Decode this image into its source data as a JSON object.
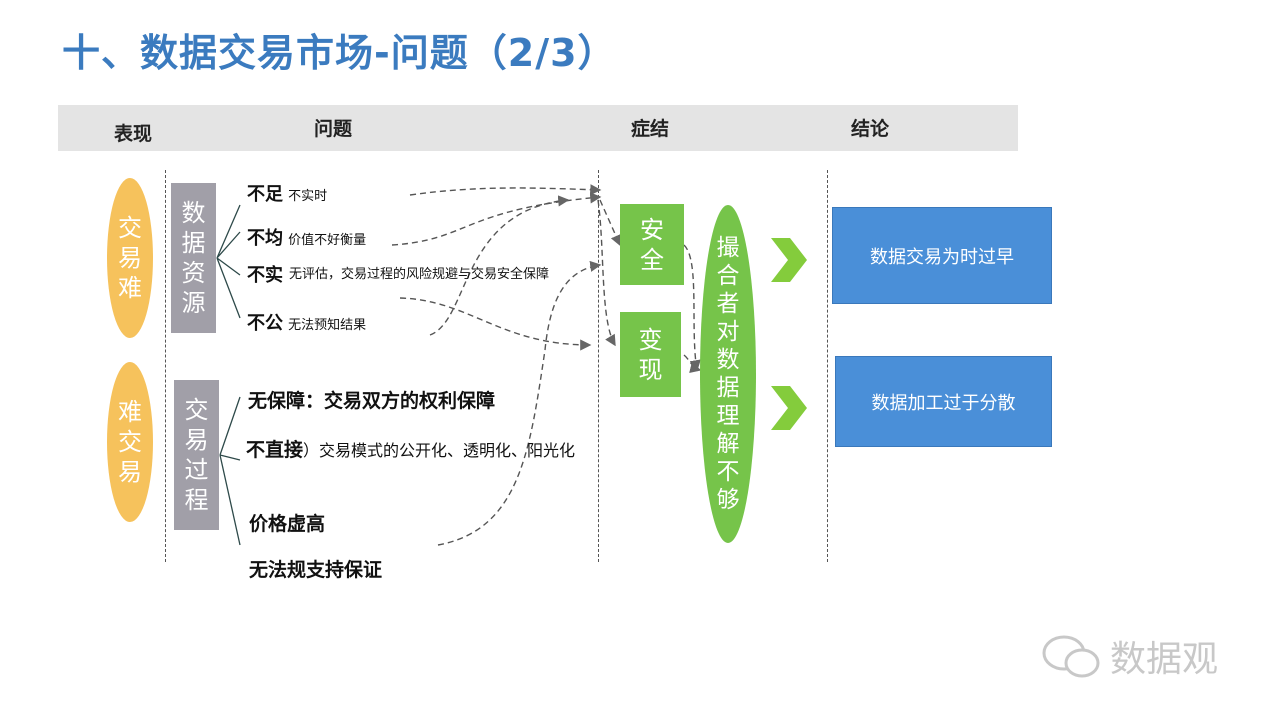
{
  "title": "十、数据交易市场-问题（2/3）",
  "header": {
    "col1": "表现",
    "col2": "问题",
    "col3": "症结",
    "col4": "结论"
  },
  "manifestations": [
    "交易难",
    "难交易"
  ],
  "groups": [
    {
      "label": "数据资源",
      "items": [
        {
          "key": "不足",
          "desc": "不实时"
        },
        {
          "key": "不均",
          "desc": "价值不好衡量"
        },
        {
          "key": "不实",
          "desc": "无评估，交易过程的风险规避与交易安全保障"
        },
        {
          "key": "不公",
          "desc": "无法预知结果"
        }
      ]
    },
    {
      "label": "交易过程",
      "items": [
        {
          "key": "无保障：交易双方的权利保障"
        },
        {
          "key": "不直接",
          "desc": "）交易模式的公开化、透明化、阳光化"
        },
        {
          "key": "价格虚高"
        },
        {
          "key": "无法规支持保证"
        }
      ]
    }
  ],
  "causes": [
    "安全",
    "变现"
  ],
  "root_cause": "撮合者对数据理解不够",
  "conclusions": [
    "数据交易为时过早",
    "数据加工过于分散"
  ],
  "watermark": "数据观",
  "colors": {
    "title": "#3b7bbf",
    "orange": "#f6c25c",
    "gray": "#a19fa8",
    "green": "#76c44a",
    "blue": "#4a8fd8"
  }
}
